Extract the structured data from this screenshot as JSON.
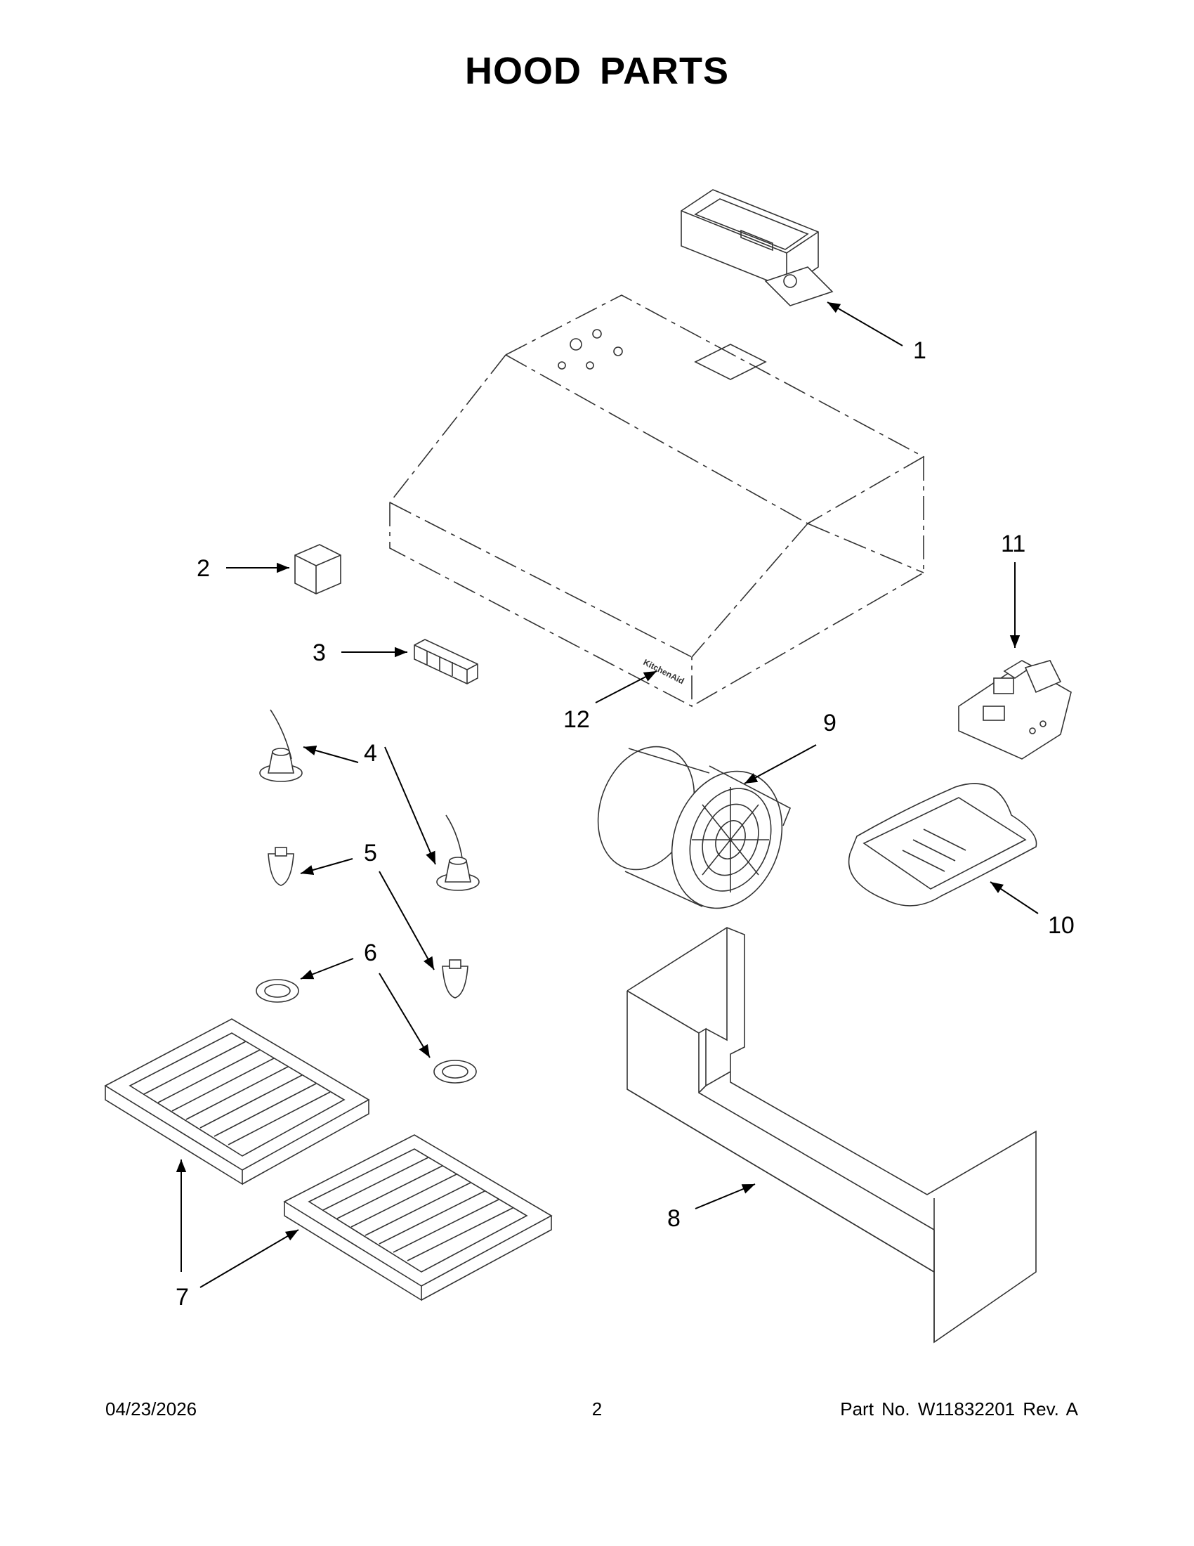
{
  "title": "HOOD PARTS",
  "callouts": [
    "1",
    "2",
    "3",
    "4",
    "5",
    "6",
    "7",
    "8",
    "9",
    "10",
    "11",
    "12"
  ],
  "brand_mark": "KitchenAid",
  "footer": {
    "date": "04/23/2026",
    "page": "2",
    "part_no": "Part No.  W11832201  Rev.  A"
  }
}
